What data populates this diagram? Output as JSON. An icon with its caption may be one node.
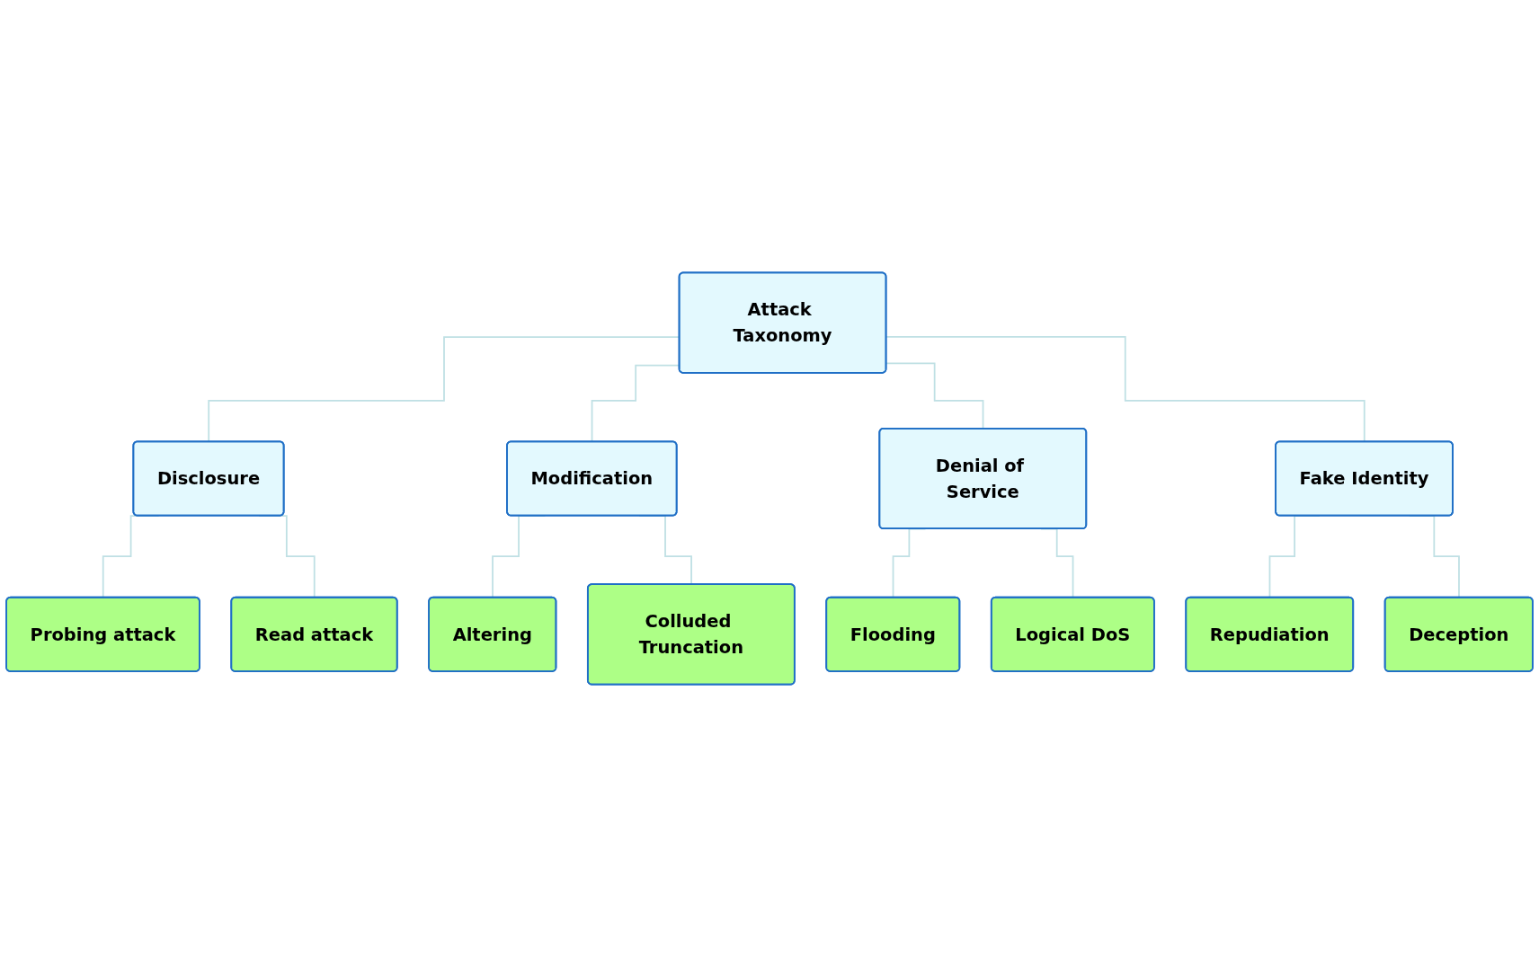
{
  "diagram": {
    "nodes": [
      {
        "text": [
          "Attack Taxonomy"
        ]
      },
      {
        "text": [
          "Disclosure"
        ]
      },
      {
        "text": [
          "Modification"
        ]
      },
      {
        "text": [
          "Denial of Service"
        ]
      },
      {
        "text": [
          "Fake Identity"
        ]
      },
      {
        "text": [
          "Probing attack"
        ]
      },
      {
        "text": [
          "Read attack"
        ]
      },
      {
        "text": [
          "Altering"
        ]
      },
      {
        "text": [
          "Colluded Truncation"
        ]
      },
      {
        "text": [
          "Flooding"
        ]
      },
      {
        "text": [
          "Logical DoS"
        ]
      },
      {
        "text": [
          "Repudiation"
        ]
      },
      {
        "text": [
          "Deception"
        ]
      }
    ],
    "edges": [
      {
        "from": 0,
        "to": 1,
        "arrow": "none"
      },
      {
        "from": 0,
        "to": 2,
        "arrow": "none"
      },
      {
        "from": 0,
        "to": 3,
        "arrow": "none"
      },
      {
        "from": 0,
        "to": 4,
        "arrow": "none"
      },
      {
        "from": 1,
        "to": 5,
        "arrow": "none"
      },
      {
        "from": 1,
        "to": 6,
        "arrow": "none"
      },
      {
        "from": 2,
        "to": 7,
        "arrow": "none"
      },
      {
        "from": 2,
        "to": 8,
        "arrow": "none"
      },
      {
        "from": 3,
        "to": 9,
        "arrow": "none"
      },
      {
        "from": 3,
        "to": 10,
        "arrow": "none"
      },
      {
        "from": 4,
        "to": 11,
        "arrow": "none"
      },
      {
        "from": 4,
        "to": 12,
        "arrow": "none"
      }
    ]
  }
}
